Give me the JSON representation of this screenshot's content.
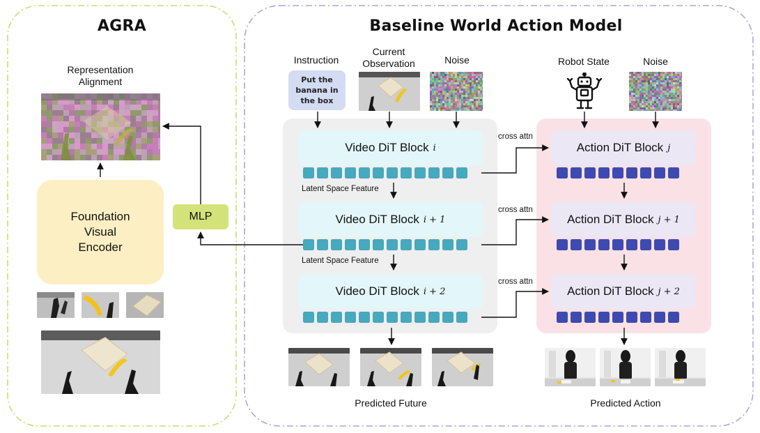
{
  "agra": {
    "title": "AGRA",
    "representation_alignment": "Representation\nAlignment",
    "encoder_label": "Foundation\nVisual\nEncoder",
    "mlp_label": "MLP"
  },
  "baseline": {
    "title": "Baseline World Action Model",
    "inputs": {
      "instruction_label": "Instruction",
      "instruction_text": "Put the\nbanana in\nthe box",
      "current_observation_label": "Current\nObservation",
      "noise_label": "Noise",
      "robot_state_label": "Robot State",
      "noise2_label": "Noise"
    },
    "video_blocks": [
      {
        "name": "Video DiT Block",
        "index": "i"
      },
      {
        "name": "Video DiT Block",
        "index": "i + 1"
      },
      {
        "name": "Video DiT Block",
        "index": "i + 2"
      }
    ],
    "action_blocks": [
      {
        "name": "Action DiT Block",
        "index": "j"
      },
      {
        "name": "Action DiT Block",
        "index": "j + 1"
      },
      {
        "name": "Action DiT Block",
        "index": "j + 2"
      }
    ],
    "latent_space_feature": "Latent Space Feature",
    "cross_attn": "cross attn",
    "predicted_future": "Predicted Future",
    "predicted_action": "Predicted Action"
  },
  "colors": {
    "agra_border": "#c9dd6a",
    "baseline_border": "#a9a6d6",
    "video_bg": "#efefef",
    "video_block": "#e3f6fa",
    "video_token": "#46a9bd",
    "action_bg": "#f9e1e6",
    "action_block": "#ebe7f5",
    "action_token": "#3d4bb0",
    "encoder": "#fcefc3",
    "mlp": "#d4e27a",
    "instruction_box": "#d4dcf3"
  }
}
